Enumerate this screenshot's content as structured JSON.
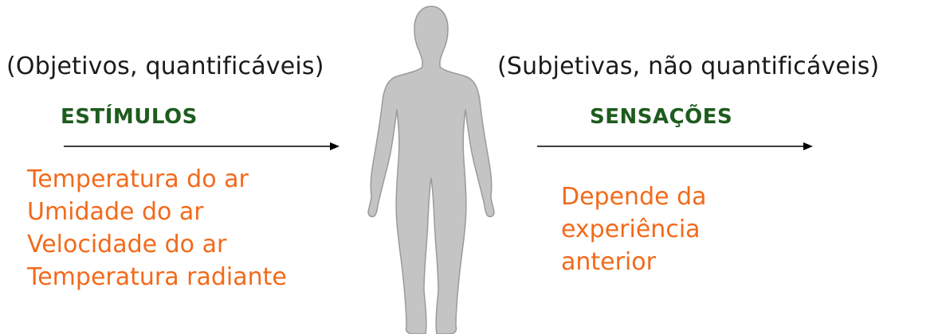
{
  "left": {
    "caption": "(Objetivos, quantificáveis)",
    "heading": "ESTÍMULOS",
    "items": [
      "Temperatura do ar",
      "Umidade do ar",
      "Velocidade do ar",
      "Temperatura radiante"
    ]
  },
  "right": {
    "caption": "(Subjetivas, não quantificáveis)",
    "heading": "SENSAÇÕES",
    "lines": [
      "Depende da",
      "experiência",
      "anterior"
    ]
  },
  "colors": {
    "heading": "#1e5c1e",
    "list_text": "#f26a1b",
    "caption": "#1a1a1a",
    "figure_fill": "#c4c4c4",
    "figure_stroke": "#9a9a9a"
  },
  "icons": {
    "figure": "human-silhouette-icon",
    "arrow": "arrow-right-icon"
  }
}
